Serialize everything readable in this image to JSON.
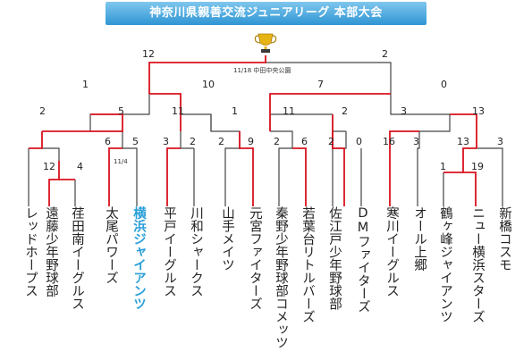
{
  "title": "神奈川県親善交流ジュニアリーグ 本部大会",
  "colors": {
    "winner_line": "#d9121f",
    "line": "#444444",
    "highlight_team": "#2a9fd8"
  },
  "trophy_icon": "trophy-icon",
  "notes": {
    "final": "11/18 中田中央公園",
    "match": "11/4"
  },
  "teams": [
    "レッドホープス",
    "遠藤少年野球部",
    "荏田南イーグルス",
    "太尾パワーズ",
    "横浜ジャイアンツ",
    "平戸イーグルス",
    "川和シャークス",
    "山手メイツ",
    "元宮ファイターズ",
    "秦野少年野球部コメッツ",
    "若葉台リトルバーズ",
    "佐江戸少年野球部",
    "DMファイターズ",
    "寒川イーグルス",
    "オール上郷",
    "鶴ヶ峰ジャイアンツ",
    "ニュー横浜スターズ",
    "新橋コスモ"
  ],
  "highlight_team": "横浜ジャイアンツ",
  "scores": {
    "final_left": "12",
    "final_right": "2",
    "semi1_left": "1",
    "semi1_right": "10",
    "semi2_left": "7",
    "semi2_right": "0",
    "qf1_left": "2",
    "qf1_right": "5",
    "qf2_left": "11",
    "qf2_right": "1",
    "qf3_left": "11",
    "qf3_right": "2",
    "qf4_left": "3",
    "qf4_right": "13",
    "r1a_left": "6",
    "r1a_right": "5",
    "r1b_left": "3",
    "r1b_right": "2",
    "r1c_left": "2",
    "r1c_right": "9",
    "r1d_left": "2",
    "r1d_right": "6",
    "r1e_left": "2",
    "r1e_right": "0",
    "r1f_left": "16",
    "r1f_right": "3",
    "r1g_left": "13",
    "r1g_right": "3",
    "r0a_left": "12",
    "r0a_right": "4",
    "r0b_left": "1",
    "r0b_right": "19"
  }
}
